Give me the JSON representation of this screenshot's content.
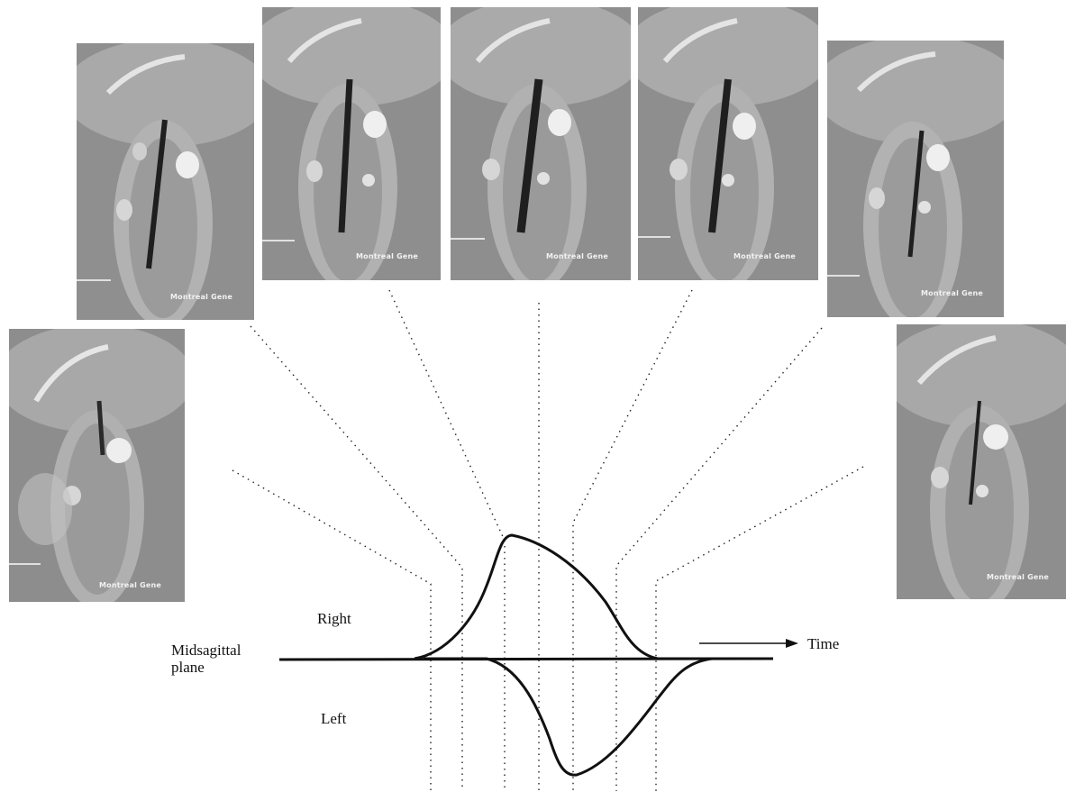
{
  "labels": {
    "right": "Right",
    "left": "Left",
    "midsagittal_line1": "Midsagittal",
    "midsagittal_line2": "plane",
    "time": "Time"
  },
  "frames": [
    {
      "burn_in": "Montreal Gene"
    },
    {
      "burn_in": "Montreal Gene"
    },
    {
      "burn_in": "Montreal Gene"
    },
    {
      "burn_in": "Montreal Gene"
    },
    {
      "burn_in": "Montreal Gene"
    },
    {
      "burn_in": "Montreal Gene"
    },
    {
      "burn_in": "Montreal Gene"
    }
  ],
  "colors": {
    "ink": "#111111",
    "frame_gray": "#8e8e8e"
  }
}
